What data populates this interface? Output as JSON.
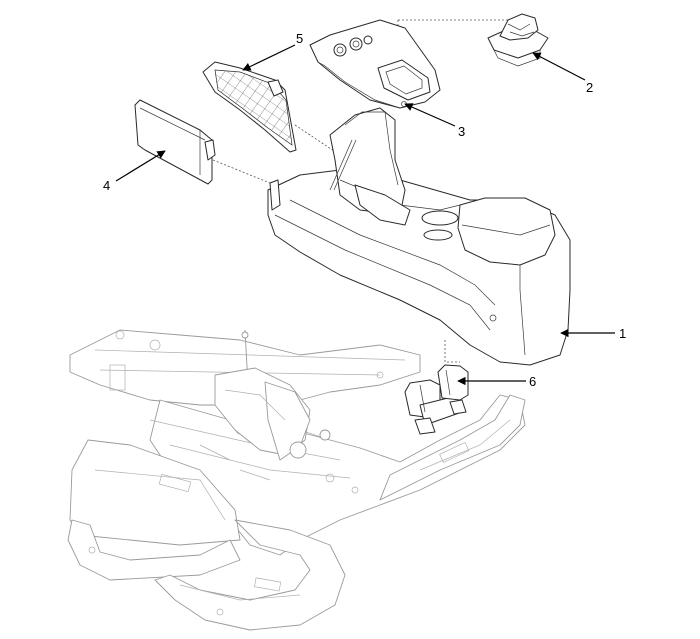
{
  "diagram": {
    "callouts": [
      {
        "id": "console-assembly",
        "label": "1"
      },
      {
        "id": "shift-boot",
        "label": "2"
      },
      {
        "id": "upper-cover",
        "label": "3"
      },
      {
        "id": "side-cover-rh",
        "label": "4"
      },
      {
        "id": "side-cover-lh",
        "label": "5"
      },
      {
        "id": "mounting-bracket",
        "label": "6"
      }
    ]
  }
}
